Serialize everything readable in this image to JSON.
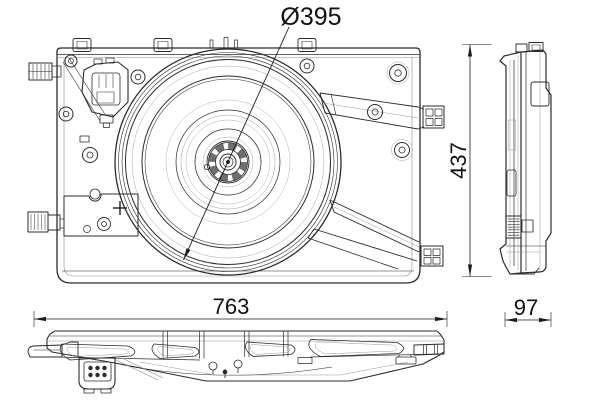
{
  "drawing": {
    "kind": "technical-engineering-drawing",
    "labels": {
      "diameter": "Ø395",
      "height": "437",
      "width": "763",
      "depth": "97"
    },
    "colors": {
      "line": "#2b2b2b",
      "faint_line": "#a0a0a0",
      "text": "#111111",
      "background": "#ffffff"
    }
  }
}
